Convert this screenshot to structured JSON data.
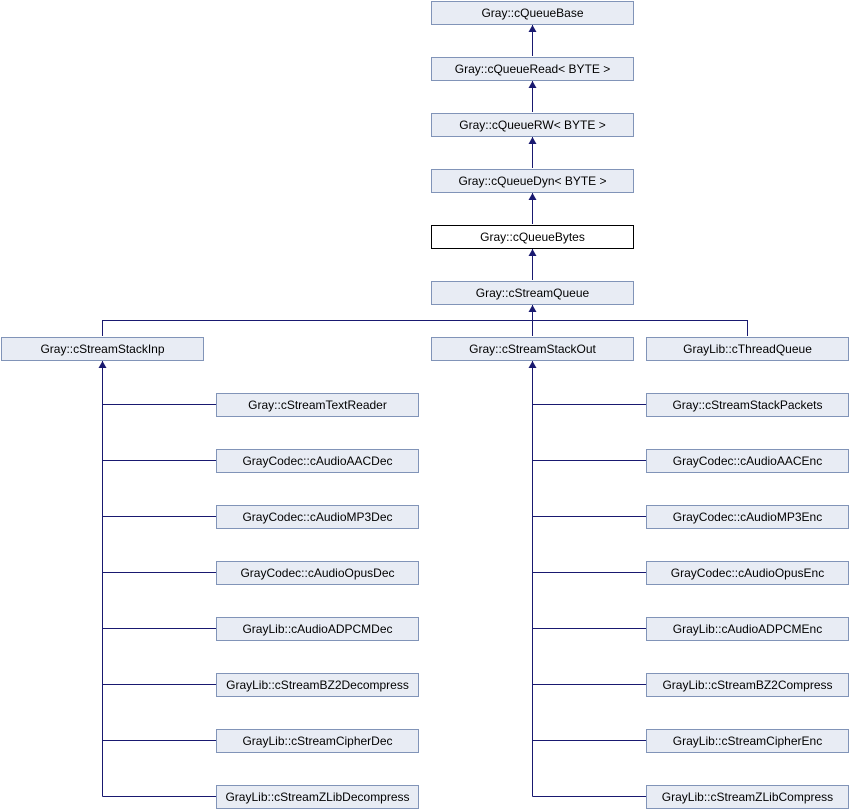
{
  "diagram": {
    "nodes": {
      "queue_base": "Gray::cQueueBase",
      "queue_read": "Gray::cQueueRead< BYTE >",
      "queue_rw": "Gray::cQueueRW< BYTE >",
      "queue_dyn": "Gray::cQueueDyn< BYTE >",
      "queue_bytes": "Gray::cQueueBytes",
      "stream_queue": "Gray::cStreamQueue",
      "stream_stack_inp": "Gray::cStreamStackInp",
      "stream_stack_out": "Gray::cStreamStackOut",
      "thread_queue": "GrayLib::cThreadQueue",
      "stream_text_reader": "Gray::cStreamTextReader",
      "audio_aac_dec": "GrayCodec::cAudioAACDec",
      "audio_mp3_dec": "GrayCodec::cAudioMP3Dec",
      "audio_opus_dec": "GrayCodec::cAudioOpusDec",
      "audio_adpcm_dec": "GrayLib::cAudioADPCMDec",
      "stream_bz2_decompress": "GrayLib::cStreamBZ2Decompress",
      "stream_cipher_dec": "GrayLib::cStreamCipherDec",
      "stream_zlib_decompress": "GrayLib::cStreamZLibDecompress",
      "stream_stack_packets": "Gray::cStreamStackPackets",
      "audio_aac_enc": "GrayCodec::cAudioAACEnc",
      "audio_mp3_enc": "GrayCodec::cAudioMP3Enc",
      "audio_opus_enc": "GrayCodec::cAudioOpusEnc",
      "audio_adpcm_enc": "GrayLib::cAudioADPCMEnc",
      "stream_bz2_compress": "GrayLib::cStreamBZ2Compress",
      "stream_cipher_enc": "GrayLib::cStreamCipherEnc",
      "stream_zlib_compress": "GrayLib::cStreamZLibCompress"
    },
    "edge_color": "#191970",
    "node_fill": "#e8ecf4",
    "node_border": "#8194b8",
    "current_node": "queue_bytes"
  }
}
